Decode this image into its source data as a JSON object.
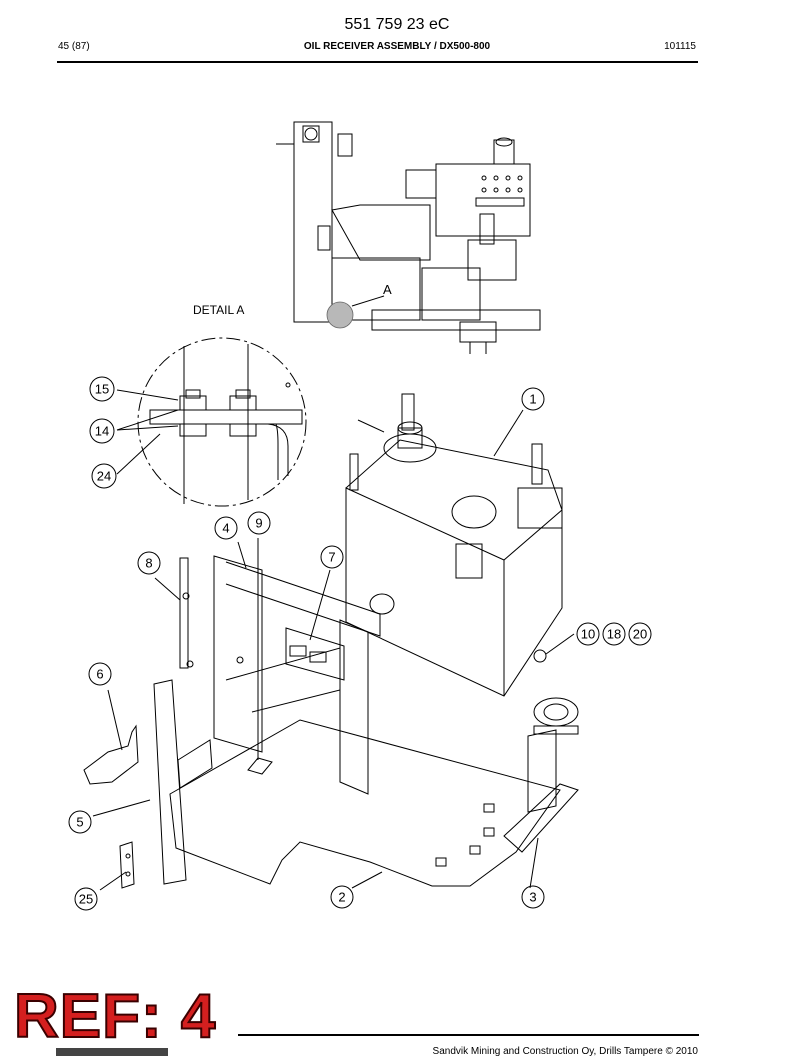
{
  "header": {
    "doc_number": "551 759 23 eC",
    "page": "45 (87)",
    "title": "OIL RECEIVER ASSEMBLY / DX500-800",
    "date_code": "101115"
  },
  "detail": {
    "title": "DETAIL A",
    "marker": "A"
  },
  "callouts": [
    "1",
    "2",
    "3",
    "4",
    "5",
    "6",
    "7",
    "8",
    "9",
    "10",
    "14",
    "15",
    "18",
    "20",
    "24",
    "25"
  ],
  "stamp": {
    "text": "REF: 4",
    "color": "#d41f1f"
  },
  "footer": {
    "text": "Sandvik Mining and Construction Oy, Drills Tampere © 2010"
  },
  "icons": {
    "logo": "sandvik-logo-icon"
  }
}
